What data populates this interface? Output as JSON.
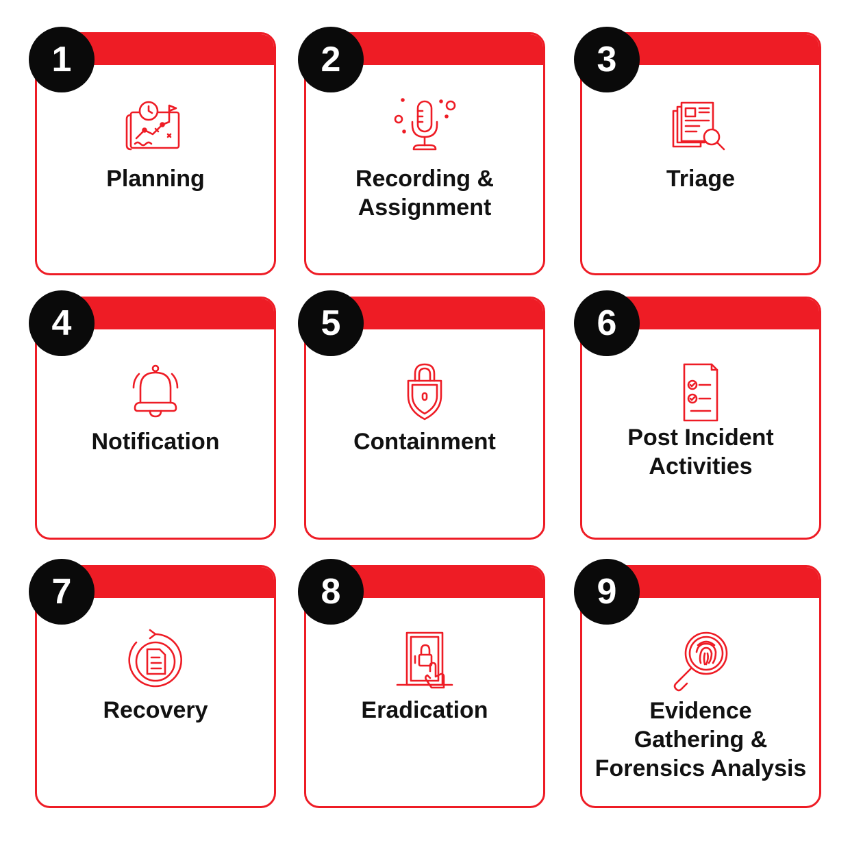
{
  "accent_color": "#ee1c25",
  "badge_color": "#0a0a0a",
  "steps": [
    {
      "number": "1",
      "icon": "planning-map-icon",
      "line1": "Planning",
      "line2": "",
      "line3": ""
    },
    {
      "number": "2",
      "icon": "microphone-icon",
      "line1": "Recording &",
      "line2": "Assignment",
      "line3": ""
    },
    {
      "number": "3",
      "icon": "document-search-icon",
      "line1": "Triage",
      "line2": "",
      "line3": ""
    },
    {
      "number": "4",
      "icon": "bell-icon",
      "line1": "Notification",
      "line2": "",
      "line3": ""
    },
    {
      "number": "5",
      "icon": "shield-lock-icon",
      "line1": "Containment",
      "line2": "",
      "line3": ""
    },
    {
      "number": "6",
      "icon": "checklist-icon",
      "line1": "Post Incident",
      "line2": "Activities",
      "line3": ""
    },
    {
      "number": "7",
      "icon": "document-refresh-icon",
      "line1": "Recovery",
      "line2": "",
      "line3": ""
    },
    {
      "number": "8",
      "icon": "door-fingerprint-icon",
      "line1": "Eradication",
      "line2": "",
      "line3": ""
    },
    {
      "number": "9",
      "icon": "fingerprint-magnifier-icon",
      "line1": "Evidence",
      "line2": "Gathering &",
      "line3": "Forensics Analysis"
    }
  ]
}
